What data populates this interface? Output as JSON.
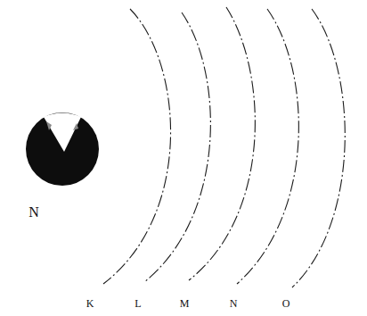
{
  "diagram": {
    "labels": [
      "N",
      "K",
      "L",
      "M",
      "N",
      "O"
    ]
  }
}
